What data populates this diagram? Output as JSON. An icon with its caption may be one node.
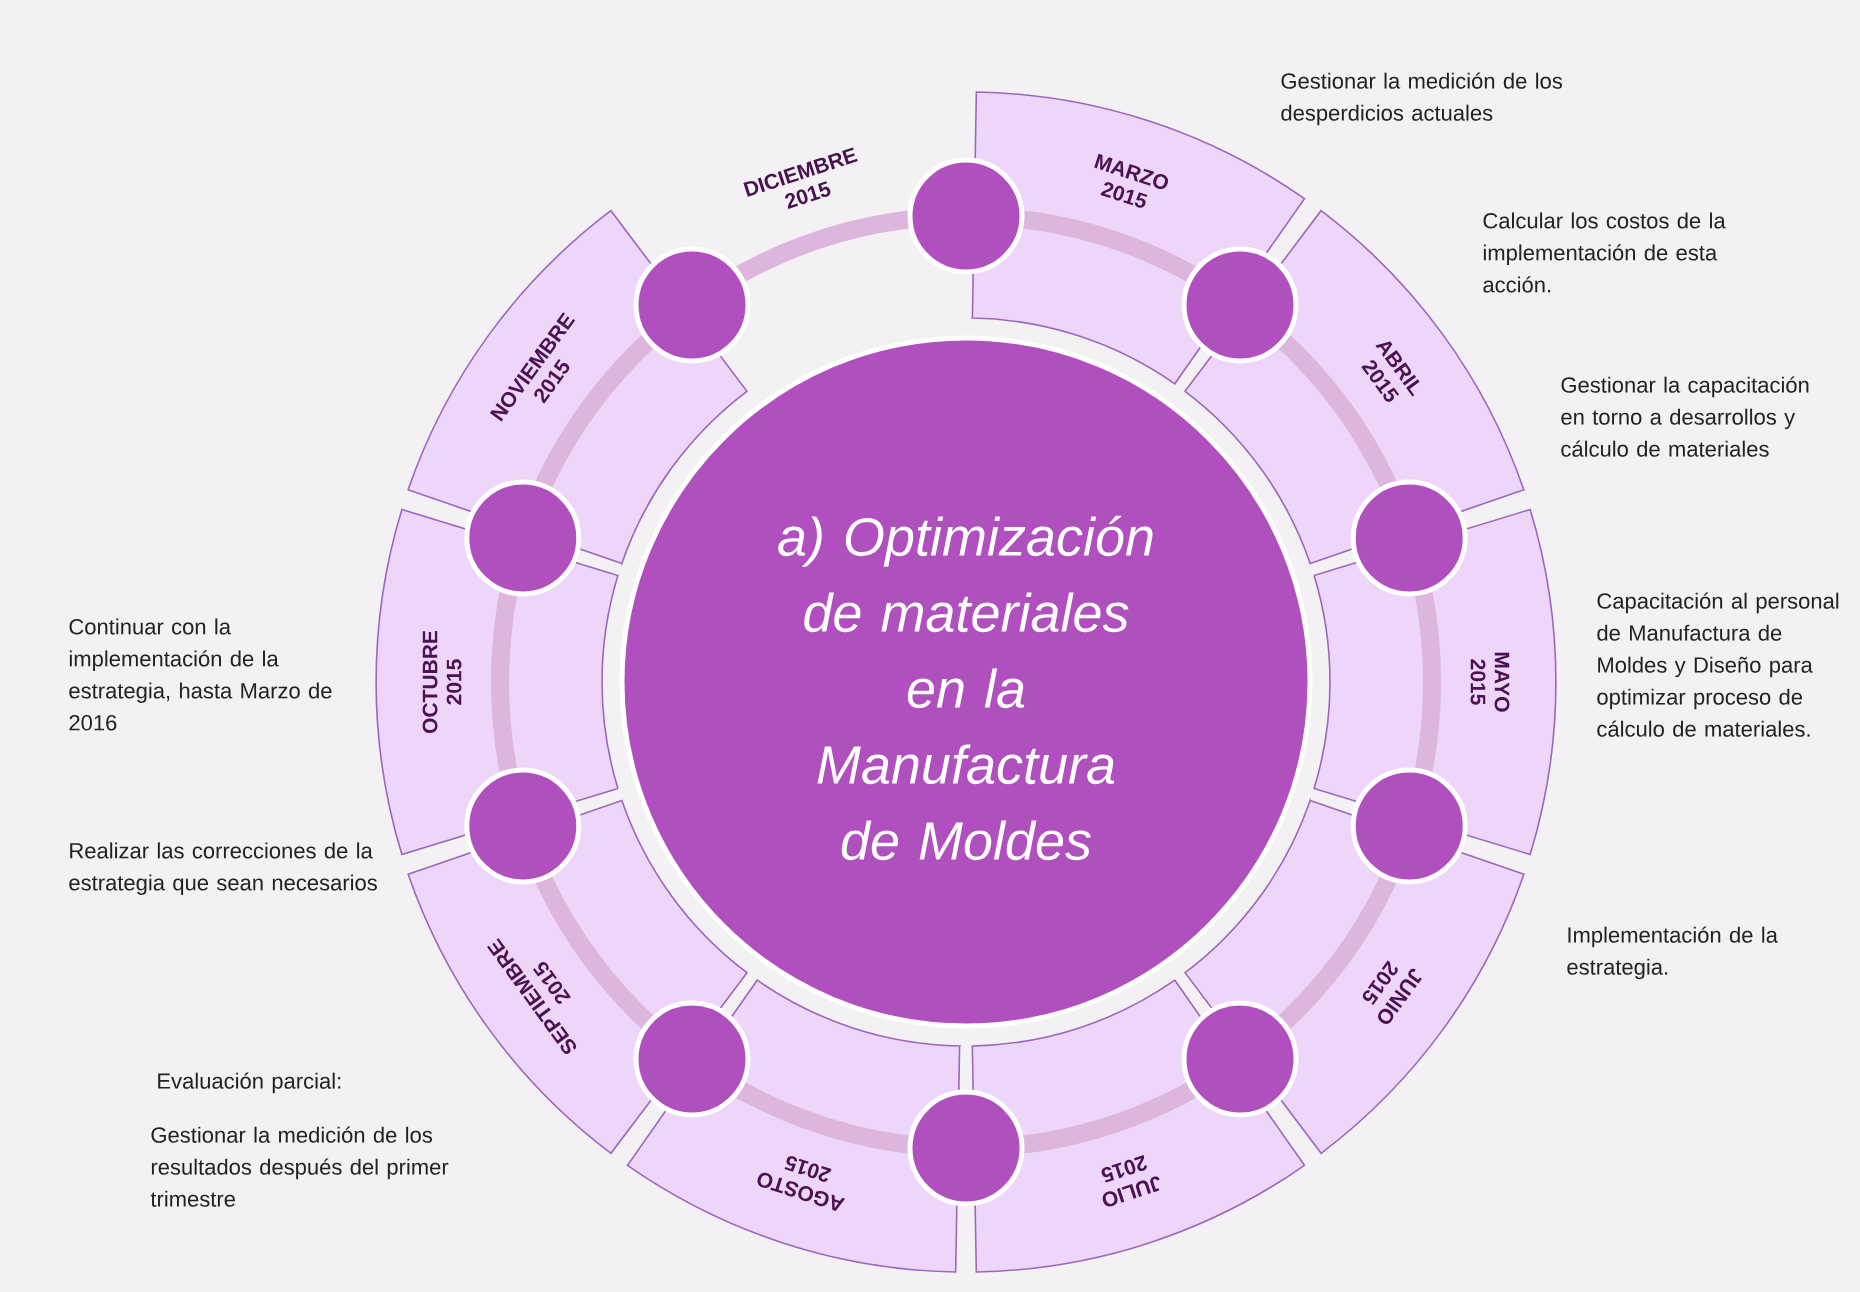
{
  "diagram": {
    "nodes": [
      {
        "text": [
          "a) Optimización de materiales en la Manufactura de Moldes"
        ]
      },
      {
        "text": [
          "MARZO 2015"
        ]
      },
      {
        "text": [
          "ABRIL 2015"
        ]
      },
      {
        "text": [
          "MAYO 2015"
        ]
      },
      {
        "text": [
          "JUNIO 2015"
        ]
      },
      {
        "text": [
          "JULIO 2015"
        ]
      },
      {
        "text": [
          "AGOSTO 2015"
        ]
      },
      {
        "text": [
          "SEPTIEMBRE 2015"
        ]
      },
      {
        "text": [
          "OCTUBRE 2015"
        ]
      },
      {
        "text": [
          "NOVIEMBRE 2015"
        ]
      },
      {
        "text": [
          "DICIEMBRE 2015"
        ]
      },
      {
        "text": [],
        "shape": "circle"
      },
      {
        "text": [],
        "shape": "circle"
      },
      {
        "text": [],
        "shape": "circle"
      },
      {
        "text": [],
        "shape": "circle"
      },
      {
        "text": [],
        "shape": "circle"
      },
      {
        "text": [],
        "shape": "circle"
      },
      {
        "text": [],
        "shape": "circle"
      },
      {
        "text": [],
        "shape": "circle"
      },
      {
        "text": [],
        "shape": "circle"
      },
      {
        "text": [],
        "shape": "circle"
      }
    ],
    "labels": [
      "Gestionar la medición de los desperdicios actuales",
      "Calcular los costos de la implementación de esta acción.",
      "Gestionar la capacitación en torno a desarrollos y cálculo de materiales",
      "Capacitación al personal de Manufactura de Moldes y Diseño para optimizar proceso de cálculo de materiales.",
      "Implementación de la estrategia.",
      "Continuar con la implementación de la estrategia, hasta Marzo de 2016",
      "Realizar las correcciones de la estrategia que sean necesarios",
      "Evaluación parcial:",
      "Gestionar la medición de los resultados después del primer trimestre"
    ]
  }
}
